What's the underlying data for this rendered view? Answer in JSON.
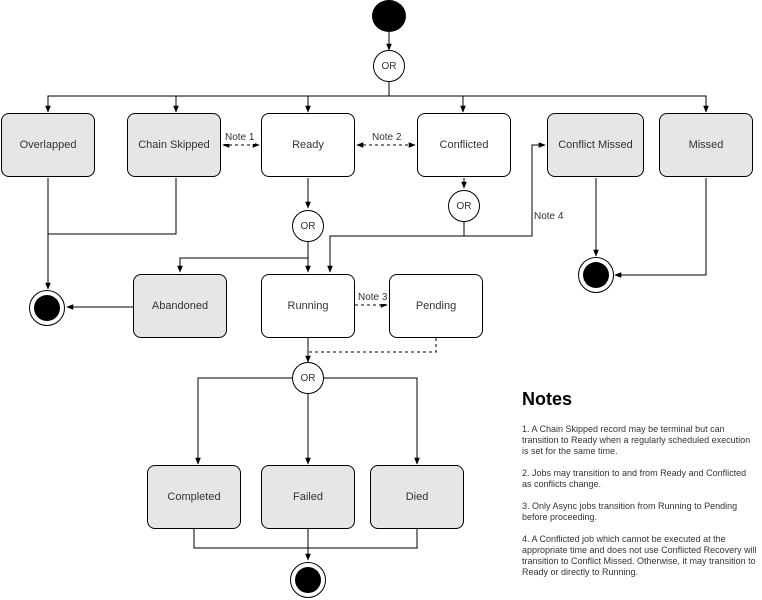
{
  "states": {
    "overlapped": "Overlapped",
    "chain_skipped": "Chain Skipped",
    "ready": "Ready",
    "conflicted": "Conflicted",
    "conflict_missed": "Conflict Missed",
    "missed": "Missed",
    "abandoned": "Abandoned",
    "running": "Running",
    "pending": "Pending",
    "completed": "Completed",
    "failed": "Failed",
    "died": "Died"
  },
  "or_label": "OR",
  "edge_labels": {
    "note1": "Note 1",
    "note2": "Note 2",
    "note3": "Note 3",
    "note4": "Note 4"
  },
  "notes": {
    "title": "Notes",
    "items": [
      "1. A Chain Skipped record may be terminal but can transition to Ready when a regularly scheduled execution is set for the same time.",
      "2. Jobs may transition to and from Ready and Conflicted as conflicts change.",
      "3. Only Async jobs transition from Running to Pending before proceeding.",
      "4. A Conflicted job which cannot be executed at the appropriate time and does not use Conflicted Recovery will transition to Conflict Missed. Otherwise, it may transition to Ready or directly to Running."
    ]
  }
}
